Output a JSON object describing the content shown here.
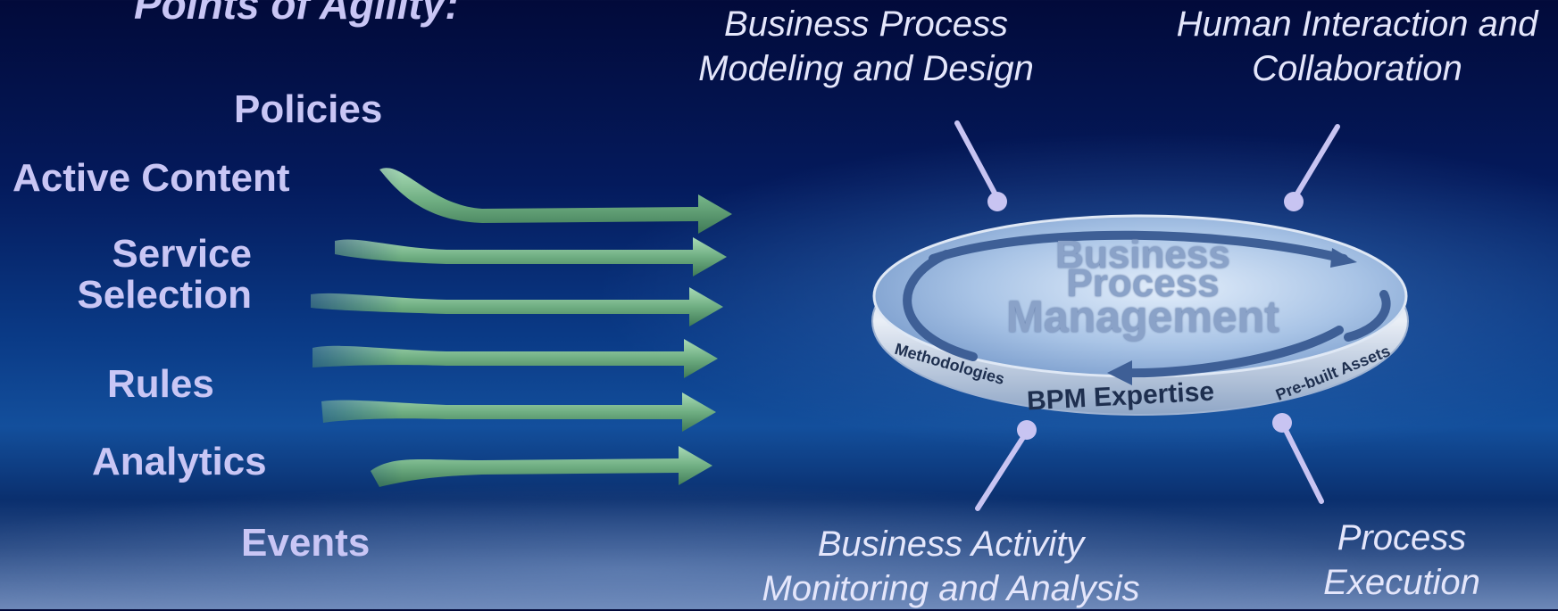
{
  "title": "Points of Agility:",
  "left_items": [
    "Policies",
    "Active Content",
    "Service Selection",
    "Rules",
    "Analytics",
    "Events"
  ],
  "disc": {
    "center_lines": [
      "Business",
      "Process",
      "Management"
    ],
    "rim_left": "Methodologies",
    "rim_center": "BPM Expertise",
    "rim_right": "Pre-built Assets"
  },
  "callouts": {
    "top_left": [
      "Business Process",
      "Modeling and Design"
    ],
    "top_right": [
      "Human Interaction and",
      "Collaboration"
    ],
    "bottom_left": [
      "Business Activity",
      "Monitoring and Analysis"
    ],
    "bottom_right": [
      "Process",
      "Execution"
    ]
  },
  "colors": {
    "label": "#c9c6f5",
    "arrow": "#7fbf8f",
    "callout_line": "#c8c4f2"
  }
}
